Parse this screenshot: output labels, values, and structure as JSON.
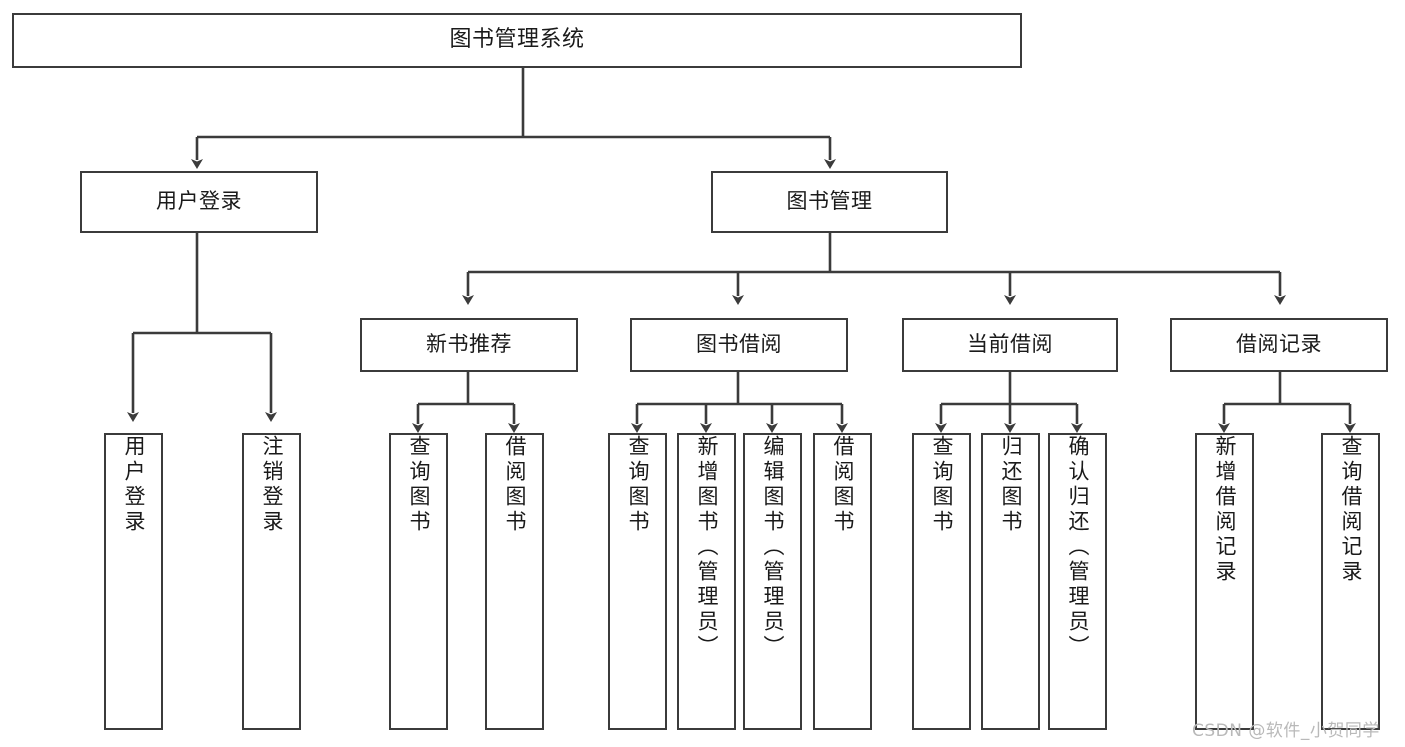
{
  "diagram": {
    "type": "tree-hierarchy-chart",
    "title": "图书管理系统",
    "stroke_color": "#3b3b3b",
    "box_fill": "#ffffff",
    "text_color": "#1a1a1a",
    "root": {
      "label": "图书管理系统"
    },
    "level1": [
      {
        "label": "用户登录"
      },
      {
        "label": "图书管理"
      }
    ],
    "level2": [
      {
        "label": "新书推荐"
      },
      {
        "label": "图书借阅"
      },
      {
        "label": "当前借阅"
      },
      {
        "label": "借阅记录"
      }
    ],
    "leaves": {
      "user_login": [
        {
          "label": "用户登录"
        },
        {
          "label": "注销登录"
        }
      ],
      "new_book_recommend": [
        {
          "label": "查询图书"
        },
        {
          "label": "借阅图书"
        }
      ],
      "book_borrow": [
        {
          "label": "查询图书"
        },
        {
          "label": "新增图书（管理员）"
        },
        {
          "label": "编辑图书（管理员）"
        },
        {
          "label": "借阅图书"
        }
      ],
      "current_borrow": [
        {
          "label": "查询图书"
        },
        {
          "label": "归还图书"
        },
        {
          "label": "确认归还（管理员）"
        }
      ],
      "borrow_record": [
        {
          "label": "新增借阅记录"
        },
        {
          "label": "查询借阅记录"
        }
      ]
    }
  },
  "watermark": {
    "text": "CSDN @软件_小贺同学",
    "color": "#b9b9b9"
  }
}
